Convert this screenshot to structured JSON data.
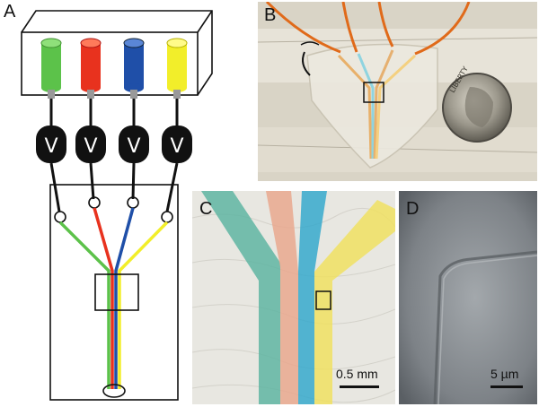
{
  "panels": {
    "a": {
      "label": "A"
    },
    "b": {
      "label": "B",
      "coin_text": "LIBERTY"
    },
    "c": {
      "label": "C",
      "scale_label": "0.5 mm"
    },
    "d": {
      "label": "D",
      "scale_label": "5 µm"
    }
  },
  "colors": {
    "green": "#5cc24a",
    "red": "#e8321e",
    "blue": "#1f4fa8",
    "yellow": "#f2ee2a",
    "pump_black": "#111111"
  },
  "pumps": {
    "symbol": "V"
  }
}
